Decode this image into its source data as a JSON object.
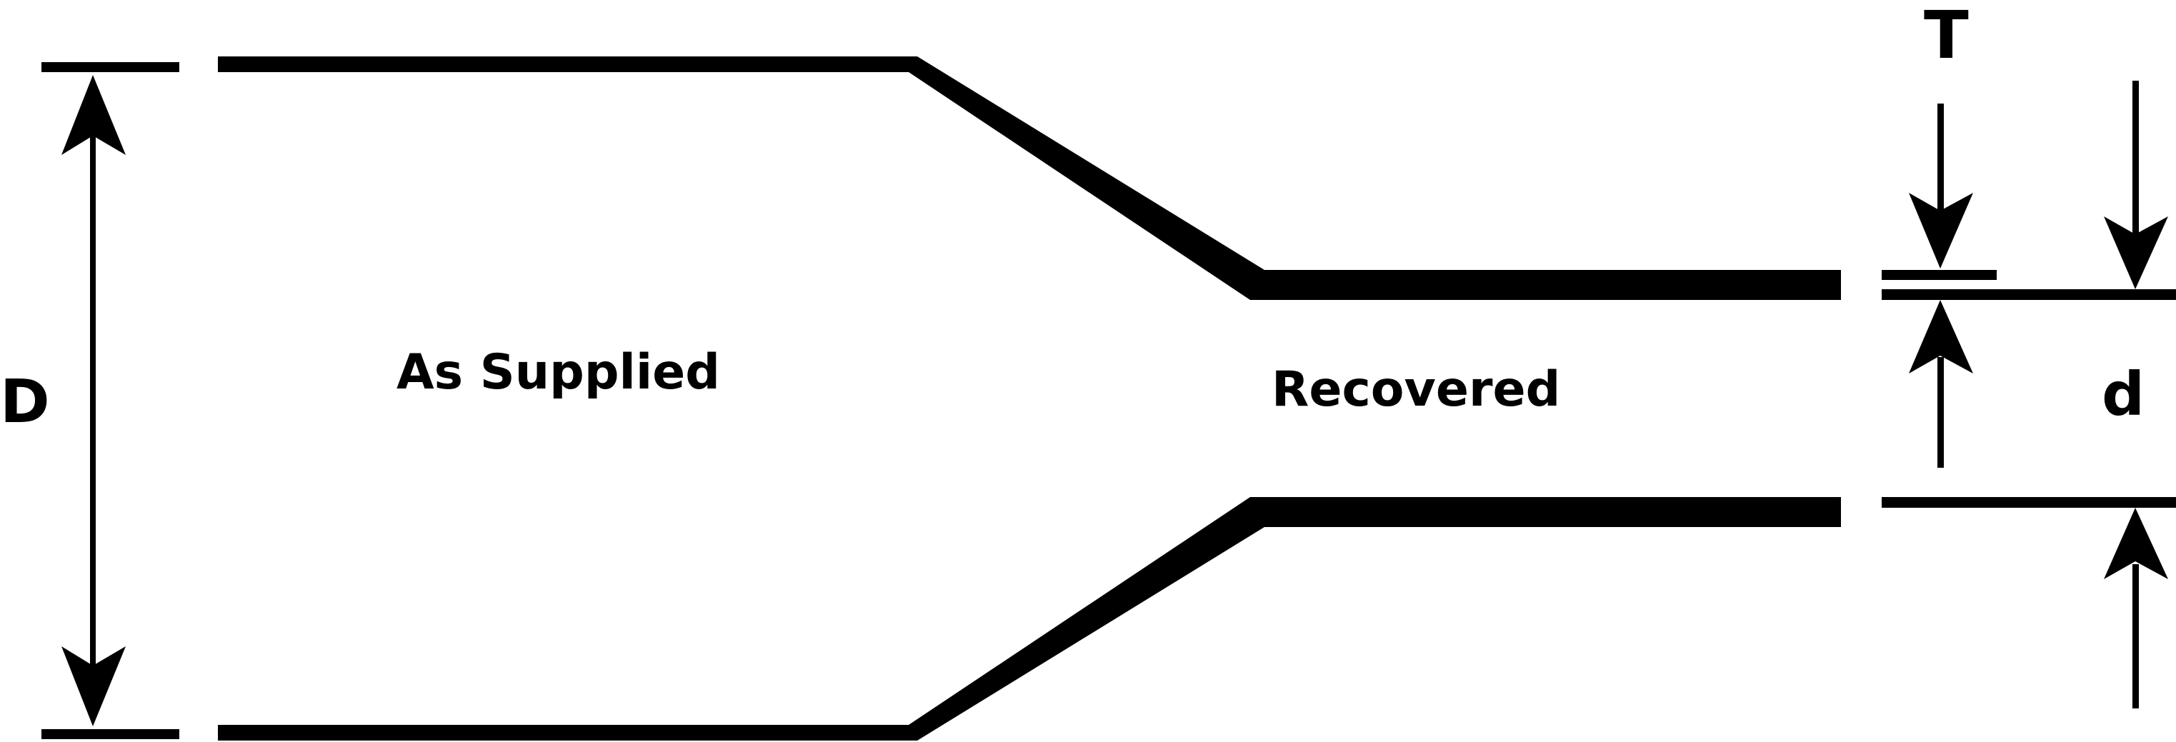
{
  "diagram": {
    "type": "heat-shrink-tubing-dimensions",
    "labels": {
      "as_supplied": "As Supplied",
      "recovered": "Recovered",
      "supplied_diameter": "D",
      "recovered_diameter": "d",
      "wall_thickness": "T"
    },
    "colors": {
      "line": "#000000",
      "background": "#ffffff"
    }
  }
}
